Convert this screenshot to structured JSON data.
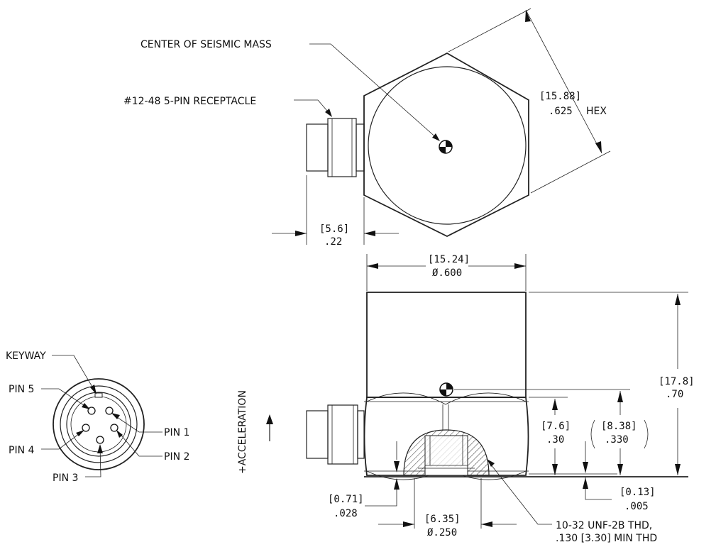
{
  "labels": {
    "center_mass": "CENTER OF SEISMIC MASS",
    "receptacle": "#12-48 5-PIN RECEPTACLE",
    "keyway": "KEYWAY",
    "pin5": "PIN 5",
    "pin4": "PIN 4",
    "pin3": "PIN 3",
    "pin1": "PIN 1",
    "pin2": "PIN 2",
    "acceleration": "+ACCELERATION",
    "thread_line1": "10-32 UNF-2B THD,",
    "thread_line2": ".130 [3.30] MIN THD"
  },
  "dimensions": {
    "hex_mm": "[15.88]",
    "hex_in": ".625",
    "hex_word": "HEX",
    "conn_mm": "[5.6]",
    "conn_in": ".22",
    "dia_mm": "[15.24]",
    "dia_in": "Ø.600",
    "height_mm": "[17.8]",
    "height_in": ".70",
    "base_mm": "[7.6]",
    "base_in": ".30",
    "cm_mm": "[8.38]",
    "cm_in": ".330",
    "gap_mm": "[0.13]",
    "gap_in": ".005",
    "lip_mm": "[0.71]",
    "lip_in": ".028",
    "hole_mm": "[6.35]",
    "hole_in": "Ø.250"
  }
}
